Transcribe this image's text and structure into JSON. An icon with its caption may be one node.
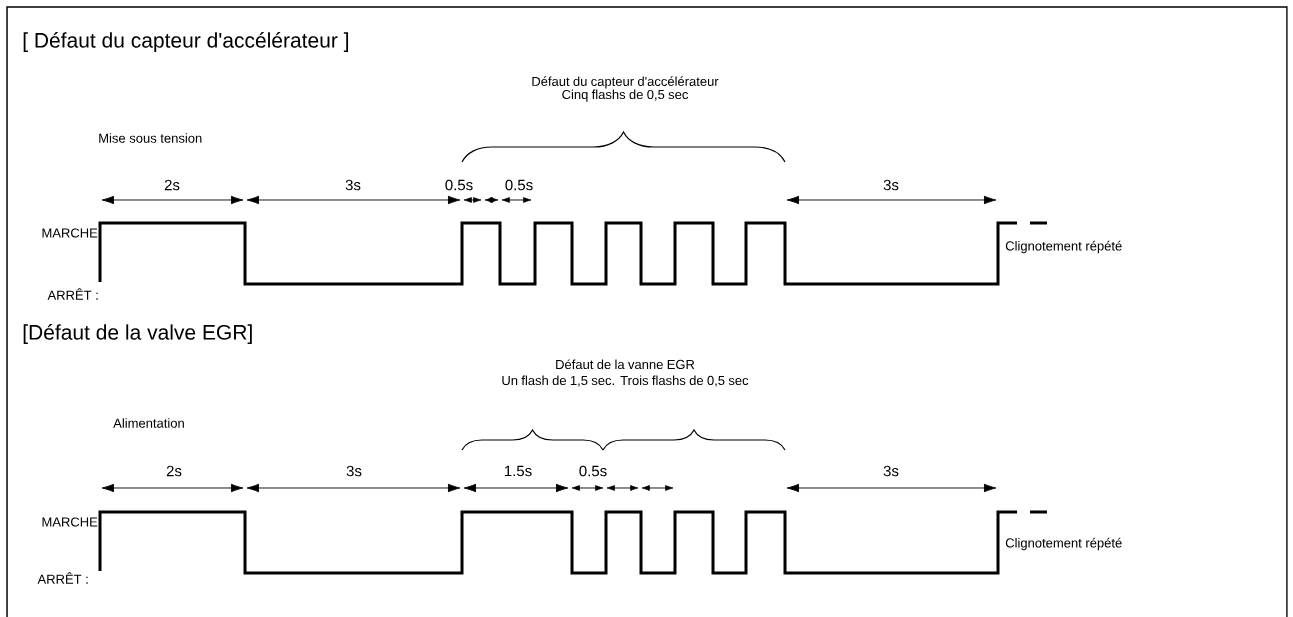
{
  "diagram": {
    "labels": [
      "[ Défaut du capteur d'accélérateur ]",
      "Défaut du capteur d'accélérateur Cinq flashs de 0,5 sec",
      "Mise sous tension",
      "2s",
      "3s",
      "0.5s",
      "0.5s",
      "3s",
      "MARCHE",
      "Clignotement répété",
      "ARRÊT :",
      "[Défaut de la valve EGR]",
      "Défaut de la vanne EGR Un flash de 1,5 sec. Trois flashs de 0,5 sec",
      "Alimentation",
      "2s",
      "3s",
      "1.5s",
      "0.5s",
      "3s",
      "MARCHE",
      "Clignotement répété",
      "ARRÊT :"
    ]
  }
}
